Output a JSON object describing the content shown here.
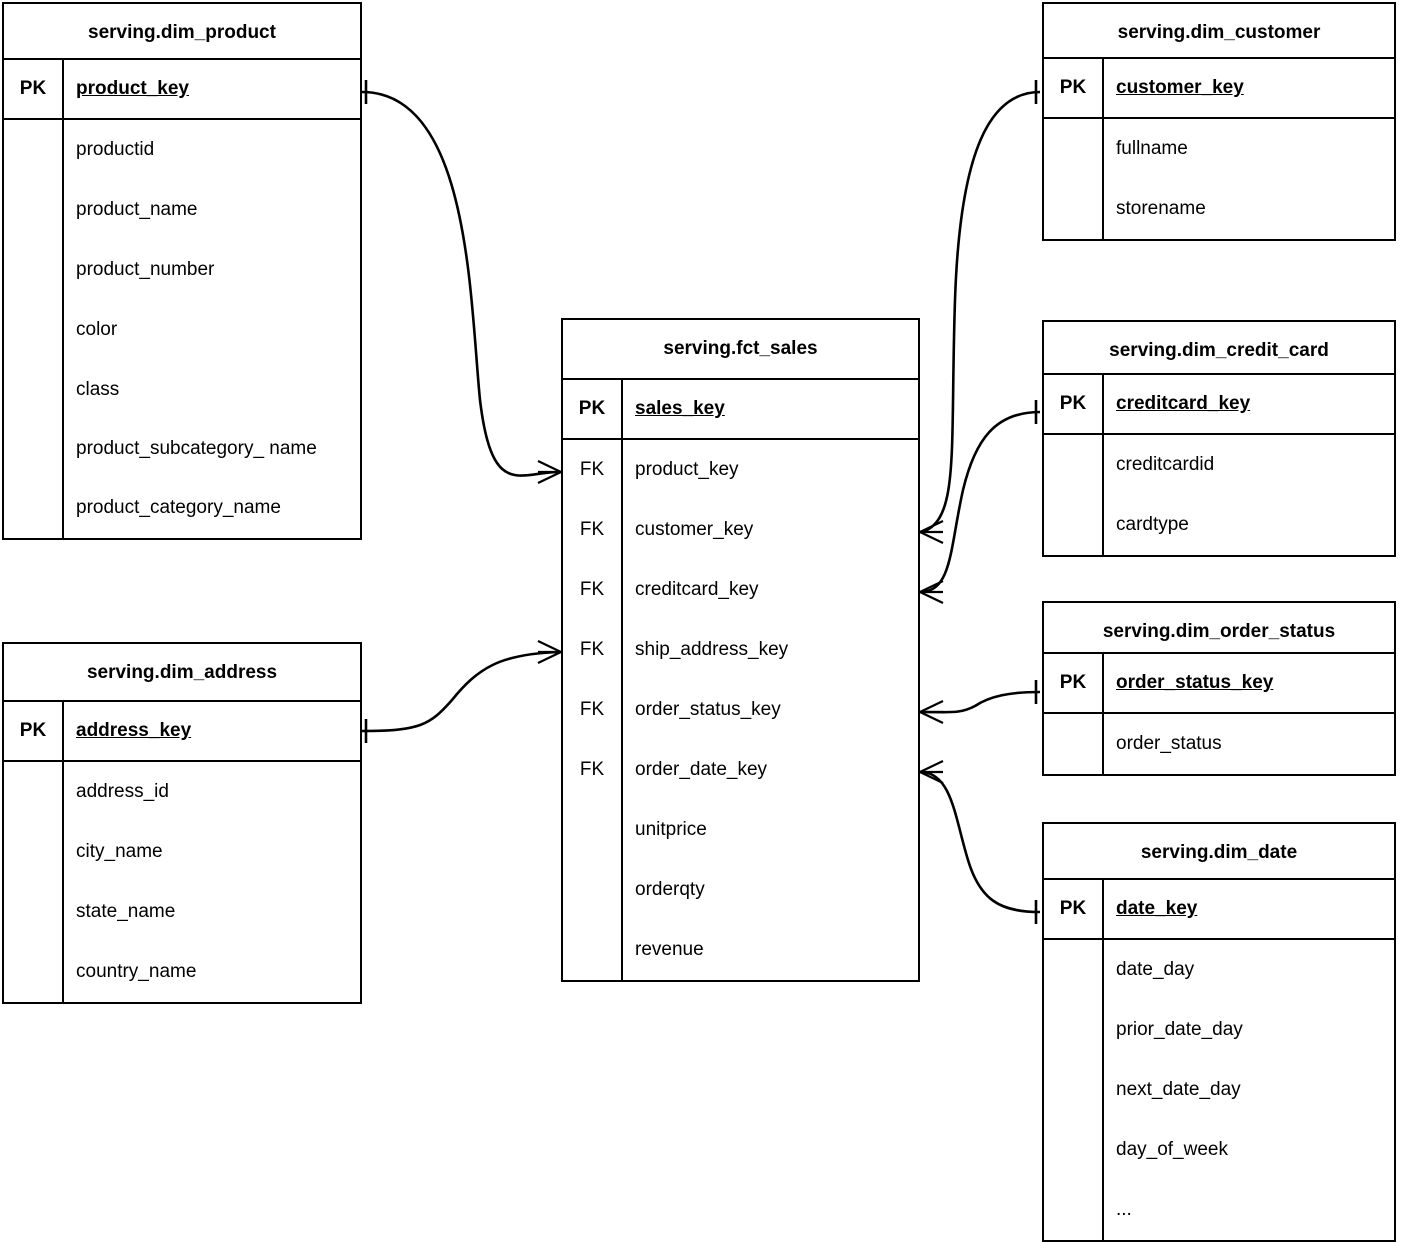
{
  "diagram": {
    "title": "serving layer star schema ERD",
    "notation": "crow's-foot",
    "line_color": "#000000",
    "background_color": "#ffffff",
    "pk_label": "PK",
    "fk_label": "FK"
  },
  "entities": [
    {
      "id": "dim_product",
      "name": "serving.dim_product",
      "pk": {
        "key": "PK",
        "field": "product_key"
      },
      "attributes": [
        {
          "key": "",
          "field": "productid"
        },
        {
          "key": "",
          "field": "product_name"
        },
        {
          "key": "",
          "field": "product_number"
        },
        {
          "key": "",
          "field": "color"
        },
        {
          "key": "",
          "field": "class"
        },
        {
          "key": "",
          "field": "product_subcategory_\nname"
        },
        {
          "key": "",
          "field": "product_category_name"
        }
      ]
    },
    {
      "id": "dim_address",
      "name": "serving.dim_address",
      "pk": {
        "key": "PK",
        "field": "address_key"
      },
      "attributes": [
        {
          "key": "",
          "field": "address_id"
        },
        {
          "key": "",
          "field": "city_name"
        },
        {
          "key": "",
          "field": "state_name"
        },
        {
          "key": "",
          "field": "country_name"
        }
      ]
    },
    {
      "id": "fct_sales",
      "name": "serving.fct_sales",
      "pk": {
        "key": "PK",
        "field": "sales_key"
      },
      "attributes": [
        {
          "key": "FK",
          "field": "product_key"
        },
        {
          "key": "FK",
          "field": "customer_key"
        },
        {
          "key": "FK",
          "field": "creditcard_key"
        },
        {
          "key": "FK",
          "field": "ship_address_key"
        },
        {
          "key": "FK",
          "field": "order_status_key"
        },
        {
          "key": "FK",
          "field": "order_date_key"
        },
        {
          "key": "",
          "field": "unitprice"
        },
        {
          "key": "",
          "field": "orderqty"
        },
        {
          "key": "",
          "field": "revenue"
        }
      ]
    },
    {
      "id": "dim_customer",
      "name": "serving.dim_customer",
      "pk": {
        "key": "PK",
        "field": "customer_key"
      },
      "attributes": [
        {
          "key": "",
          "field": "fullname"
        },
        {
          "key": "",
          "field": "storename"
        }
      ]
    },
    {
      "id": "dim_credit_card",
      "name": "serving.dim_credit_card",
      "pk": {
        "key": "PK",
        "field": "creditcard_key"
      },
      "attributes": [
        {
          "key": "",
          "field": "creditcardid"
        },
        {
          "key": "",
          "field": "cardtype"
        }
      ]
    },
    {
      "id": "dim_order_status",
      "name": "serving.dim_order_status",
      "pk": {
        "key": "PK",
        "field": "order_status_key"
      },
      "attributes": [
        {
          "key": "",
          "field": "order_status"
        }
      ]
    },
    {
      "id": "dim_date",
      "name": "serving.dim_date",
      "pk": {
        "key": "PK",
        "field": "date_key"
      },
      "attributes": [
        {
          "key": "",
          "field": "date_day"
        },
        {
          "key": "",
          "field": "prior_date_day"
        },
        {
          "key": "",
          "field": "next_date_day"
        },
        {
          "key": "",
          "field": "day_of_week"
        },
        {
          "key": "",
          "field": "..."
        }
      ]
    }
  ],
  "relationships": [
    {
      "id": "rel-product",
      "from": "serving.dim_product.product_key",
      "to": "serving.fct_sales.product_key",
      "from_cardinality": "one",
      "to_cardinality": "many"
    },
    {
      "id": "rel-address",
      "from": "serving.dim_address.address_key",
      "to": "serving.fct_sales.ship_address_key",
      "from_cardinality": "one",
      "to_cardinality": "many"
    },
    {
      "id": "rel-customer",
      "from": "serving.dim_customer.customer_key",
      "to": "serving.fct_sales.customer_key",
      "from_cardinality": "one",
      "to_cardinality": "many"
    },
    {
      "id": "rel-creditcard",
      "from": "serving.dim_credit_card.creditcard_key",
      "to": "serving.fct_sales.creditcard_key",
      "from_cardinality": "one",
      "to_cardinality": "many"
    },
    {
      "id": "rel-orderstatus",
      "from": "serving.dim_order_status.order_status_key",
      "to": "serving.fct_sales.order_status_key",
      "from_cardinality": "one",
      "to_cardinality": "many"
    },
    {
      "id": "rel-date",
      "from": "serving.dim_date.date_key",
      "to": "serving.fct_sales.order_date_key",
      "from_cardinality": "one",
      "to_cardinality": "many"
    }
  ]
}
